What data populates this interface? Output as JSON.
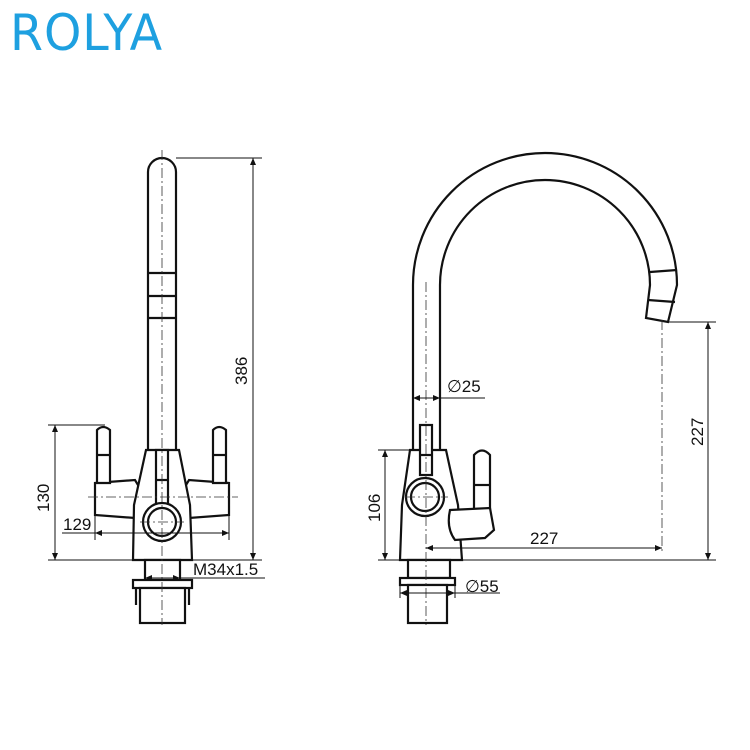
{
  "logo": {
    "text": "ROLYA",
    "color": "#1ea0e0"
  },
  "front_view": {
    "height_total": "386",
    "height_handles": "130",
    "width_handles": "129",
    "thread": "M34x1.5"
  },
  "side_view": {
    "spout_diameter": "∅25",
    "body_height": "106",
    "reach": "227",
    "spout_height": "227",
    "base_diameter": "∅55"
  }
}
